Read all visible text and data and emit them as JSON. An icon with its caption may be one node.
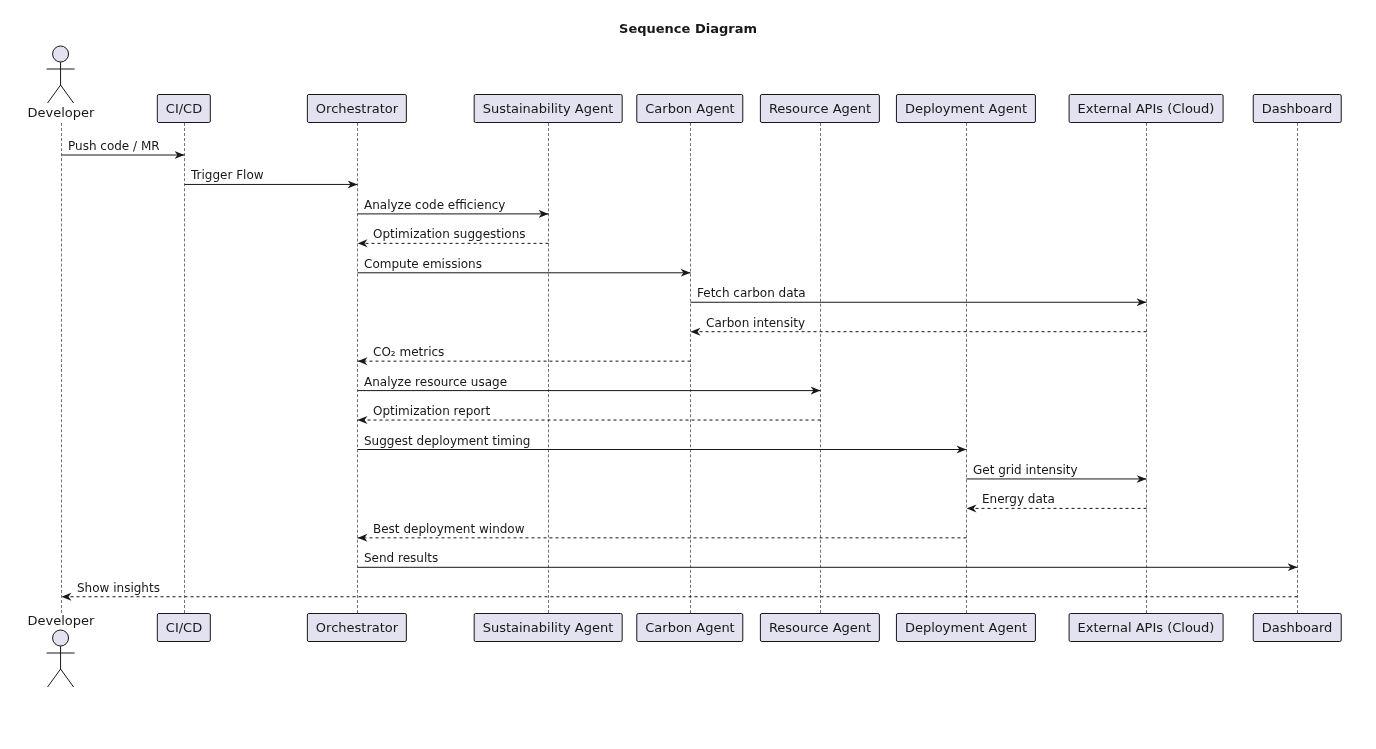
{
  "diagram": {
    "title": "Sequence Diagram",
    "nodes": [
      {
        "text": [
          "Developer"
        ]
      },
      {
        "text": [
          "CI/CD"
        ]
      },
      {
        "text": [
          "Orchestrator"
        ]
      },
      {
        "text": [
          "Sustainability Agent"
        ]
      },
      {
        "text": [
          "Carbon Agent"
        ]
      },
      {
        "text": [
          "Resource Agent"
        ]
      },
      {
        "text": [
          "Deployment Agent"
        ]
      },
      {
        "text": [
          "External APIs (Cloud)"
        ]
      },
      {
        "text": [
          "Dashboard"
        ]
      },
      {
        "text": [
          "Developer"
        ]
      },
      {
        "text": [
          "CI/CD"
        ]
      },
      {
        "text": [
          "Orchestrator"
        ]
      },
      {
        "text": [
          "Sustainability Agent"
        ]
      },
      {
        "text": [
          "Carbon Agent"
        ]
      },
      {
        "text": [
          "Resource Agent"
        ]
      },
      {
        "text": [
          "Deployment Agent"
        ]
      },
      {
        "text": [
          "External APIs (Cloud)"
        ]
      },
      {
        "text": [
          "Dashboard"
        ]
      },
      {
        "text": [],
        "shape": "bar"
      },
      {
        "text": [],
        "shape": "bar"
      },
      {
        "text": [],
        "shape": "bar"
      },
      {
        "text": [],
        "shape": "bar"
      },
      {
        "text": [],
        "shape": "bar"
      },
      {
        "text": [],
        "shape": "bar"
      },
      {
        "text": [],
        "shape": "bar"
      },
      {
        "text": [],
        "shape": "bar"
      },
      {
        "text": [],
        "shape": "bar"
      }
    ],
    "edges": [
      {
        "from": 18,
        "to": 19,
        "arrow": "to",
        "label": "Push code / MR"
      },
      {
        "from": 19,
        "to": 20,
        "arrow": "to",
        "label": "Trigger Flow"
      },
      {
        "from": 20,
        "to": 21,
        "arrow": "to",
        "label": "Analyze code efficiency"
      },
      {
        "from": 21,
        "to": 20,
        "arrow": "to",
        "label": "Optimization suggestions",
        "style": "dashed"
      },
      {
        "from": 20,
        "to": 22,
        "arrow": "to",
        "label": "Compute emissions"
      },
      {
        "from": 22,
        "to": 25,
        "arrow": "to",
        "label": "Fetch carbon data"
      },
      {
        "from": 25,
        "to": 22,
        "arrow": "to",
        "label": "Carbon intensity",
        "style": "dashed"
      },
      {
        "from": 22,
        "to": 20,
        "arrow": "to",
        "label": "CO₂ metrics",
        "style": "dashed"
      },
      {
        "from": 20,
        "to": 23,
        "arrow": "to",
        "label": "Analyze resource usage"
      },
      {
        "from": 23,
        "to": 20,
        "arrow": "to",
        "label": "Optimization report",
        "style": "dashed"
      },
      {
        "from": 20,
        "to": 24,
        "arrow": "to",
        "label": "Suggest deployment timing"
      },
      {
        "from": 24,
        "to": 25,
        "arrow": "to",
        "label": "Get grid intensity"
      },
      {
        "from": 25,
        "to": 24,
        "arrow": "to",
        "label": "Energy data",
        "style": "dashed"
      },
      {
        "from": 24,
        "to": 20,
        "arrow": "to",
        "label": "Best deployment window",
        "style": "dashed"
      },
      {
        "from": 20,
        "to": 26,
        "arrow": "to",
        "label": "Send results"
      },
      {
        "from": 26,
        "to": 18,
        "arrow": "to",
        "label": "Show insights",
        "style": "dashed"
      }
    ]
  }
}
